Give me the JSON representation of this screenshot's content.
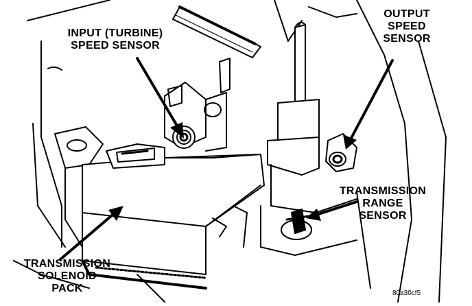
{
  "labels": {
    "input_sensor": {
      "line1": "INPUT (TURBINE)",
      "line2": "SPEED SENSOR"
    },
    "output_sensor": {
      "line1": "OUTPUT",
      "line2": "SPEED",
      "line3": "SENSOR"
    },
    "range_sensor": {
      "line1": "TRANSMISSION",
      "line2": "RANGE",
      "line3": "SENSOR"
    },
    "solenoid_pack": {
      "line1": "TRANSMISSION",
      "line2": "SOLENOID",
      "line3": "PACK"
    }
  },
  "figure_code": "80a30cf5",
  "colors": {
    "ink": "#000000",
    "paper": "#ffffff"
  }
}
